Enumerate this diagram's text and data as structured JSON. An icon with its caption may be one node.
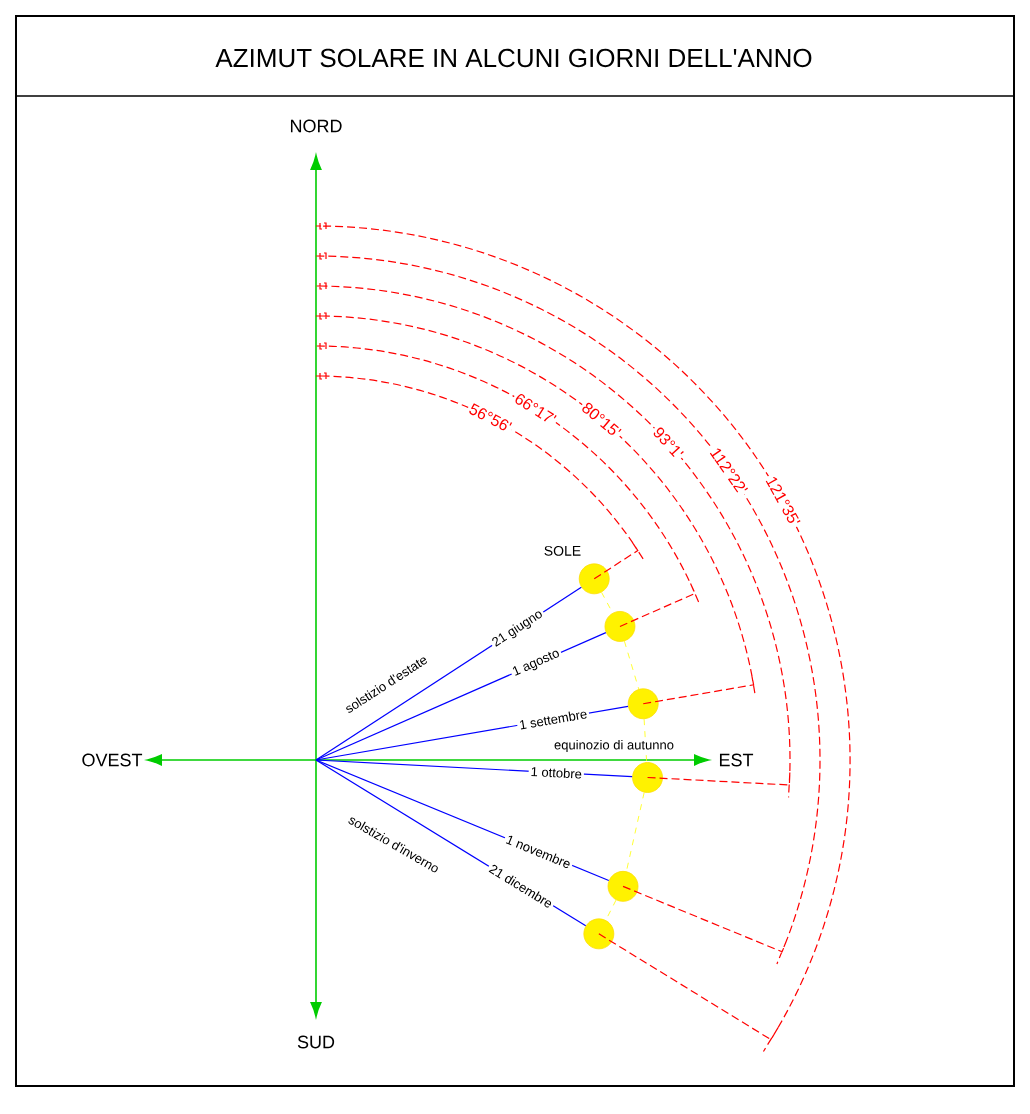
{
  "diagram": {
    "title": "AZIMUT SOLARE IN ALCUNI GIORNI DELL'ANNO",
    "nodes": [
      {
        "text": [],
        "shape": "circle",
        "beside": [
          "SOLE"
        ]
      },
      {
        "text": [],
        "shape": "circle"
      },
      {
        "text": [],
        "shape": "circle"
      },
      {
        "text": [],
        "shape": "circle"
      },
      {
        "text": [],
        "shape": "circle"
      },
      {
        "text": [],
        "shape": "circle"
      }
    ],
    "edges": [
      {
        "from": null,
        "to": 0,
        "arrow": "none",
        "label": "21 giugno"
      },
      {
        "from": null,
        "to": 1,
        "arrow": "none",
        "label": "1 agosto"
      },
      {
        "from": null,
        "to": 2,
        "arrow": "none",
        "label": "1 settembre"
      },
      {
        "from": null,
        "to": 3,
        "arrow": "none",
        "label": "1 ottobre"
      },
      {
        "from": null,
        "to": 4,
        "arrow": "none",
        "label": "1 novembre"
      },
      {
        "from": null,
        "to": 5,
        "arrow": "none",
        "label": "21 dicembre"
      },
      {
        "from": 0,
        "to": 1,
        "arrow": "none",
        "style": "dashed",
        "color": "#ffff00"
      },
      {
        "from": 1,
        "to": 2,
        "arrow": "none",
        "style": "dashed",
        "color": "#ffff00"
      },
      {
        "from": 2,
        "to": 3,
        "arrow": "none",
        "style": "dashed",
        "color": "#ffff00"
      },
      {
        "from": 3,
        "to": 4,
        "arrow": "none",
        "style": "dashed",
        "color": "#ffff00"
      },
      {
        "from": 4,
        "to": 5,
        "arrow": "none",
        "style": "dashed",
        "color": "#ffff00"
      }
    ],
    "labels": [
      "NORD",
      "OVEST",
      "EST",
      "SUD",
      "solstizio d'estate",
      "equinozio di autunno",
      "solstizio d'inverno",
      "56°56'",
      "66°17'",
      "80°15'",
      "93°1'",
      "112°22'",
      "121°35'"
    ]
  }
}
